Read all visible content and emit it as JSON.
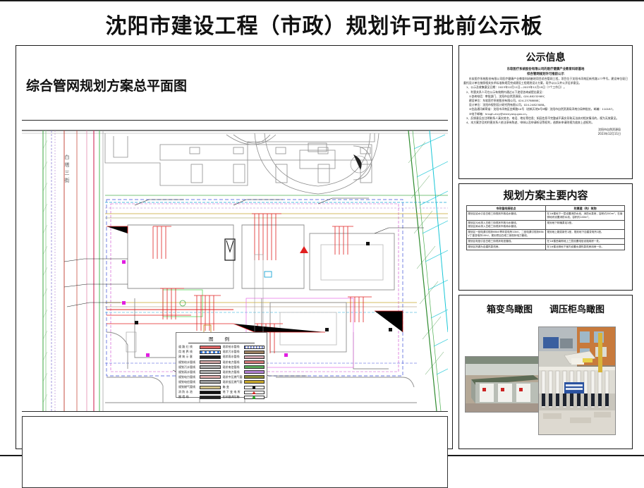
{
  "poster": {
    "title": "沈阳市建设工程（市政）规划许可批前公示板"
  },
  "left_panel": {
    "plan_title": "综合管网规划方案总平面图",
    "street_label": "白塔三街",
    "legend": {
      "title": "图  例",
      "left_items": [
        {
          "label": "道  路  红  线",
          "color": "#e06666",
          "style": "line"
        },
        {
          "label": "用  地  界  线",
          "color": "#3b7ddd",
          "style": "dash"
        },
        {
          "label": "建  筑  示  意",
          "color": "#222222",
          "style": "solid"
        },
        {
          "label": "规划给水管线",
          "color": "#c9a0a0",
          "style": "line"
        },
        {
          "label": "规划污水管线",
          "color": "#a8a8a8",
          "style": "line"
        },
        {
          "label": "规划雨水管线",
          "color": "#b0b0b0",
          "style": "line"
        },
        {
          "label": "规划电力管线",
          "color": "#d8a8a8",
          "style": "line"
        },
        {
          "label": "规划电信管线",
          "color": "#9f9f9f",
          "style": "line"
        },
        {
          "label": "规划燃气管线",
          "color": "#d4c48a",
          "style": "line"
        },
        {
          "label": "消  防  水  池",
          "color": "#111111",
          "style": "solid"
        },
        {
          "label": "围    墙    线",
          "color": "#222222",
          "style": "solid"
        }
      ],
      "right_items": [
        {
          "label": "现状给水管线",
          "color": "#5b6fc8",
          "style": "dot"
        },
        {
          "label": "现状污水管线",
          "color": "#9b8060",
          "style": "line"
        },
        {
          "label": "现状雨水管线",
          "color": "#caa0a8",
          "style": "line"
        },
        {
          "label": "现状电力管线",
          "color": "#d07878",
          "style": "line"
        },
        {
          "label": "现状电信管线",
          "color": "#5aa85a",
          "style": "line"
        },
        {
          "label": "现状热力管线",
          "color": "#b07fd0",
          "style": "line"
        },
        {
          "label": "现状中压燃气管线",
          "color": "#8c8c3c",
          "style": "line"
        },
        {
          "label": "现状低压燃气管线",
          "color": "#c8a82c",
          "style": "line"
        },
        {
          "label": "箱      变",
          "color": "#111111",
          "style": "box"
        },
        {
          "label": "地  下  变  电  所",
          "color": "#cc2222",
          "style": "tri"
        },
        {
          "label": "起闭器调压箱",
          "color": "#22aa22",
          "style": "circle"
        }
      ]
    }
  },
  "notice": {
    "heading": "公示信息",
    "subject_line1": "东软医疗系统股份有限公司的医疗健康产业教育科研基地",
    "subject_line2": "综合管网规划许可推前公示",
    "para1": "东软医疗系统股份有限公司医疗健康产业教育科研基地项目综合管网工程，项目位于沈阳市浑南区新秀路177甲号。建设单位现已委托设计单位按照相关技术标准和规范完成建设工程规划设计方案，现予以公示并公开征求意见。",
    "item1": "1、公示及收集意见日期：2023年12月11日—2023年12月19日（7个工作日）。",
    "item2": "2、利害关系人可在公示有效期内通过以下途径咨询或提出意见：",
    "sub1": "①咨询电话：审批部门、沈阳市自然资源局，024-88232989；",
    "sub2": "建设单位：东软医疗系统股份有限公司，024-23788888；",
    "sub3": "设计单位：沈阳市规划设计研究院有限公司，024-24823088。",
    "sub4": "②信函通讯邮寄省：沈阳市浑南区金辉路10号（创新天地8号9幢）沈阳市自然资源局浑南分局审批处，邮编：110187。",
    "sub5": "③电子邮箱：hnsgh-zrzy@shenyang.gov.cn。",
    "item3": "3、反馈意见应注明联系人真实姓名、电话、地址等信息；如因信息不完整或不真实导致无法核对相关情况的，视为无效意见。",
    "item4": "4、本方案涉及的利害关系人依法享有陈述、申辩以及申请听证等权利，逾期未申请则视为放弃上述权利。",
    "sign_org": "沈阳市自然资源局",
    "sign_date": "2023年12月11日"
  },
  "content": {
    "heading": "规划方案主要内容",
    "table": {
      "headers": [
        "市政管线接驳点",
        "附属建（构）筑物"
      ],
      "rows": [
        [
          "规划区给水引自白塔三街规划市政给水管线。",
          "在1#楼地下一层设置消防水池、消防水泵房，容积约200m³，在南侧地块设置消防水池，容积约140m³。"
        ],
        [
          "规划区污水排入白塔三街现状市政污水管线。\n规划区雨水排入白塔三街现状市政雨水管线。",
          "规划地下转输泵站2座。"
        ],
        [
          "规划区一回电源引现状66kV青年变电所10kV，二回电源引现状66kV丁香变电所10kV。规划项目白塔三街现状电力管线。",
          "规划地上箱变新先1座，规划地下自建变电所1座。"
        ],
        [
          "规划区电信引自白塔三街现状电信管线。",
          "在1#楼西南侧地上三层设置电信设施用房一处。"
        ],
        [
          "规划区热源为自建热泵机房。",
          "在1#楼北侧地下室内设置水源热泵机房用房一处。"
        ]
      ]
    }
  },
  "photos": {
    "caption_left": "箱变鸟瞰图",
    "caption_right": "调压柜鸟瞰图"
  }
}
